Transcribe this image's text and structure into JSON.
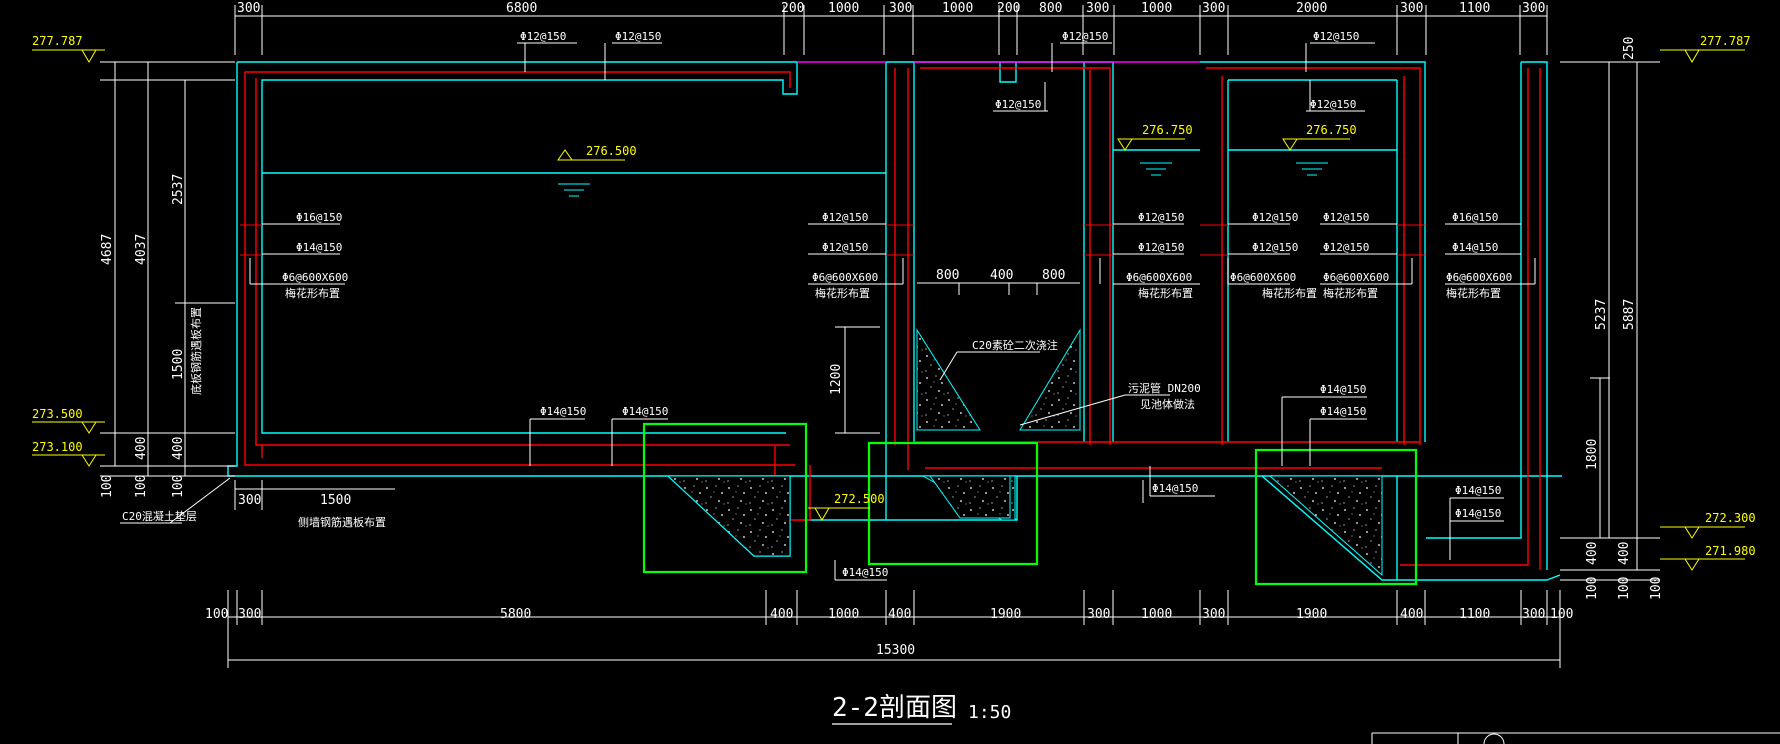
{
  "drawing": {
    "title": "2-2剖面图",
    "scale": "1:50",
    "colors": {
      "background": "#000000",
      "wall_outline": "#00ffff",
      "rebar": "#ff0000",
      "dimension": "#ffffff",
      "elevation": "#ffff00",
      "highlight": "#00ff00",
      "top_line": "#ff00ff"
    },
    "top_dims": [
      "300",
      "6800",
      "200",
      "1000",
      "300",
      "1000",
      "200",
      "800",
      "300",
      "1000",
      "300",
      "2000",
      "300",
      "1100",
      "300"
    ],
    "bottom_dims": [
      "100",
      "300",
      "5800",
      "400",
      "1000",
      "400",
      "1900",
      "300",
      "1000",
      "300",
      "1900",
      "400",
      "1100",
      "300",
      "100"
    ],
    "total_dim": "15300",
    "left_dims": {
      "outer": "4687",
      "mid": "4037",
      "upper": "2537",
      "lower": "1500",
      "four1": "400",
      "four2": "400",
      "h100a": "100",
      "h100b": "100",
      "h100c": "100"
    },
    "right_dims": {
      "outer": "5887",
      "mid": "5237",
      "h1800": "1800",
      "four1": "400",
      "four2": "400",
      "h100a": "100",
      "h100b": "100",
      "h100c": "100"
    },
    "inner_dims": {
      "d800a": "800",
      "d400": "400",
      "d800b": "800",
      "d1200": "1200",
      "d300": "300",
      "d1500": "1500"
    },
    "elevations": {
      "left_top": "277.787",
      "right_top": "277.787",
      "e273_500": "273.500",
      "e273_100": "273.100",
      "water1": "276.500",
      "water2": "276.750",
      "water3": "276.750",
      "e272_500": "272.500",
      "e272_300": "272.300",
      "e271_980": "271.980"
    },
    "rebar_labels": {
      "top1": "Φ12@150",
      "top2": "Φ12@150",
      "top3": "Φ12@150",
      "top4": "Φ12@150",
      "top5": "Φ12@150",
      "top6": "Φ12@150",
      "w1a": "Φ16@150",
      "w1b": "Φ14@150",
      "w1c": "Φ6@600X600",
      "w1d": "梅花形布置",
      "w2a": "Φ12@150",
      "w2b": "Φ12@150",
      "w2c": "Φ6@600X600",
      "w2d": "梅花形布置",
      "w3a": "Φ12@150",
      "w3b": "Φ12@150",
      "w3c": "Φ6@600X600",
      "w3d": "梅花形布置",
      "w4a": "Φ12@150",
      "w4b": "Φ12@150",
      "w4c": "Φ6@600X600",
      "w4d": "梅花形布置",
      "w5a": "Φ12@150",
      "w5b": "Φ12@150",
      "w5c": "Φ6@600X600",
      "w5d": "梅花形布置",
      "w6a": "Φ16@150",
      "w6b": "Φ14@150",
      "w6c": "Φ6@600X600",
      "w6d": "梅花形布置",
      "b1": "Φ14@150",
      "b2": "Φ14@150",
      "b3": "Φ14@150",
      "b4": "Φ14@150",
      "b5": "Φ14@150",
      "b6": "Φ14@150",
      "b7": "Φ14@150",
      "b8": "Φ14@150",
      "fill": "C20素砼二次浇注",
      "pipe1": "污泥管 DN200",
      "pipe2": "见池体做法",
      "cushion": "C20混凝土垫层",
      "side1": "底板钢筋遇板布置",
      "side2": "侧墙钢筋遇板布置"
    }
  }
}
